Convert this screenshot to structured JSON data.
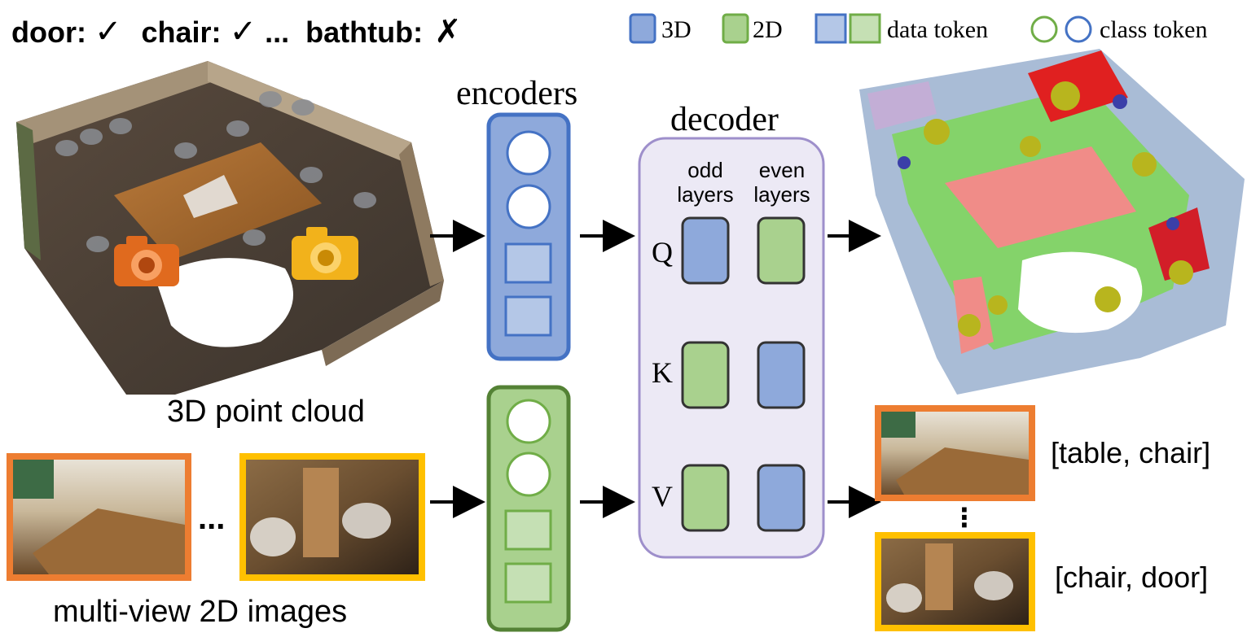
{
  "header": {
    "door": "door:",
    "chair": "chair:",
    "bathtub": "bathtub:",
    "ellipsis": "...",
    "check": "✓",
    "cross": "✗"
  },
  "legend": {
    "label_3d": "3D",
    "label_2d": "2D",
    "data_token": "data token",
    "class_token": "class token"
  },
  "labels": {
    "encoders": "encoders",
    "decoder": "decoder",
    "odd_layers_line1": "odd",
    "odd_layers_line2": "layers",
    "even_layers_line1": "even",
    "even_layers_line2": "layers",
    "q": "Q",
    "k": "K",
    "v": "V",
    "point_cloud": "3D point cloud",
    "multi_view": "multi-view 2D images",
    "dots": "...",
    "vdots": "⋮",
    "result_1": "[table, chair]",
    "result_2": "[chair, door]"
  },
  "colors": {
    "blue_fill": "#8ea9db",
    "blue_stroke": "#4472c4",
    "blue_light": "#b4c7e7",
    "green_fill": "#a9d18e",
    "green_stroke": "#70ad47",
    "green_light": "#c5e0b4",
    "green_dark_stroke": "#548235",
    "decoder_fill": "#ece9f5",
    "decoder_stroke": "#9e8fcb",
    "orange_frame": "#ed7d31",
    "yellow_frame": "#ffc000"
  }
}
